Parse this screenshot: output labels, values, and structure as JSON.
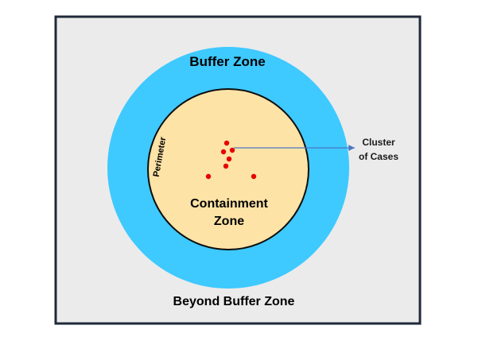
{
  "diagram": {
    "labels": {
      "buffer_zone": "Buffer Zone",
      "perimeter": "Perimeter",
      "containment_line1": "Containment",
      "containment_line2": "Zone",
      "cluster_line1": "Cluster",
      "cluster_line2": "of Cases",
      "beyond": "Beyond Buffer Zone"
    },
    "colors": {
      "background": "#ebebeb",
      "frame_border": "#1f2a3a",
      "buffer_zone": "#3ec9ff",
      "containment_zone": "#fde3a6",
      "containment_border": "#0d0d0d",
      "case_dot": "#e60000",
      "arrow": "#4a78c4"
    }
  }
}
